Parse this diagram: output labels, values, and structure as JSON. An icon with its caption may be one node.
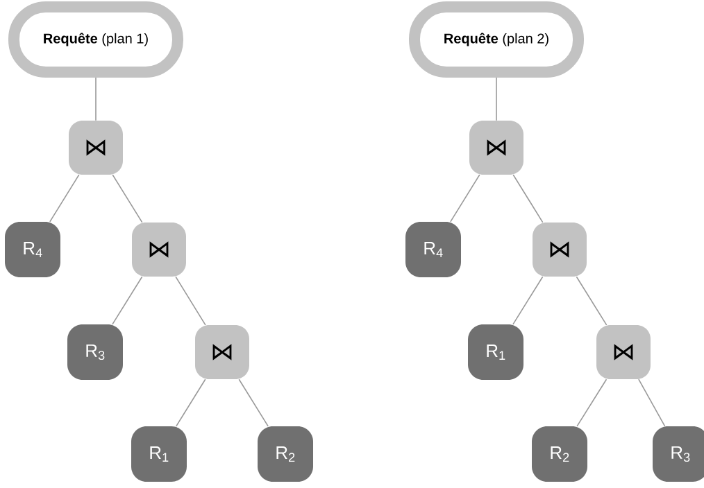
{
  "diagram": {
    "nodes": [
      {
        "text": [
          "**Requête** (plan 1)"
        ]
      },
      {
        "text": [
          "⋈"
        ]
      },
      {
        "text": [
          "R$_{4}$"
        ]
      },
      {
        "text": [
          "⋈"
        ]
      },
      {
        "text": [
          "R$_{3}$"
        ]
      },
      {
        "text": [
          "⋈"
        ]
      },
      {
        "text": [
          "R$_{1}$"
        ]
      },
      {
        "text": [
          "R$_{2}$"
        ]
      },
      {
        "text": [
          "**Requête** (plan 2)"
        ]
      },
      {
        "text": [
          "⋈"
        ]
      },
      {
        "text": [
          "R$_{4}$"
        ]
      },
      {
        "text": [
          "⋈"
        ]
      },
      {
        "text": [
          "R$_{1}$"
        ]
      },
      {
        "text": [
          "⋈"
        ]
      },
      {
        "text": [
          "R$_{2}$"
        ]
      },
      {
        "text": [
          "R$_{3}$"
        ]
      }
    ],
    "edges": [
      {
        "from": 0,
        "to": 1,
        "arrow": "none"
      },
      {
        "from": 1,
        "to": 2,
        "arrow": "none"
      },
      {
        "from": 1,
        "to": 3,
        "arrow": "none"
      },
      {
        "from": 3,
        "to": 4,
        "arrow": "none"
      },
      {
        "from": 3,
        "to": 5,
        "arrow": "none"
      },
      {
        "from": 5,
        "to": 6,
        "arrow": "none"
      },
      {
        "from": 5,
        "to": 7,
        "arrow": "none"
      },
      {
        "from": 8,
        "to": 9,
        "arrow": "none"
      },
      {
        "from": 9,
        "to": 10,
        "arrow": "none"
      },
      {
        "from": 9,
        "to": 11,
        "arrow": "none"
      },
      {
        "from": 11,
        "to": 12,
        "arrow": "none"
      },
      {
        "from": 11,
        "to": 13,
        "arrow": "none"
      },
      {
        "from": 13,
        "to": 14,
        "arrow": "none"
      },
      {
        "from": 13,
        "to": 15,
        "arrow": "none"
      }
    ]
  }
}
